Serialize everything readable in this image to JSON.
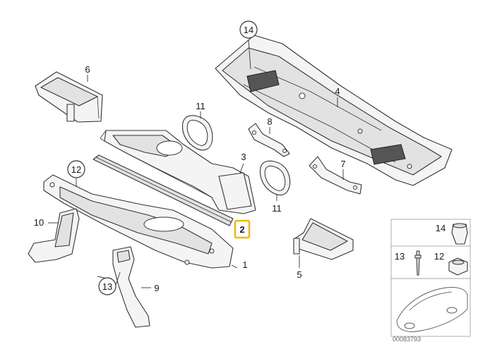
{
  "callouts": {
    "c1": "1",
    "c2": "2",
    "c3": "3",
    "c4": "4",
    "c5": "5",
    "c6": "6",
    "c7": "7",
    "c8": "8",
    "c9": "9",
    "c10": "10",
    "c11a": "11",
    "c11b": "11",
    "c12": "12",
    "c13": "13",
    "c14": "14"
  },
  "legend": {
    "l14": "14",
    "l13": "13",
    "l12": "12"
  },
  "doc_number": "00083793",
  "colors": {
    "highlight": "#f2b705",
    "line": "#333333"
  }
}
